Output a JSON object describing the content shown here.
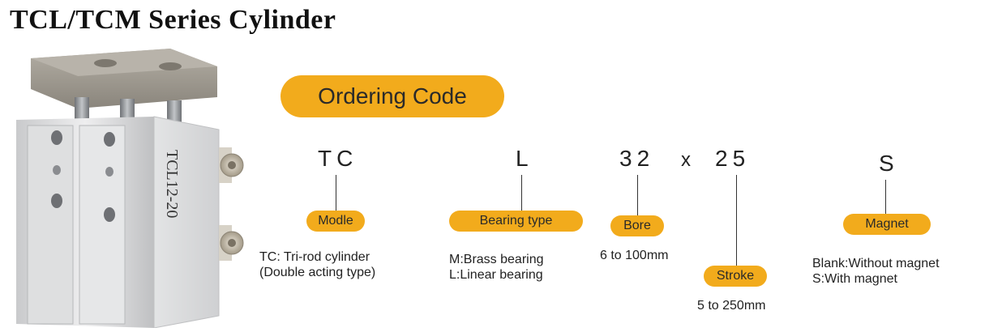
{
  "title": "TCL/TCM Series Cylinder",
  "product_photo": {
    "label": "TCL12-20",
    "colors": {
      "body": "#d9dadb",
      "plate": "#9a958c",
      "rod": "#8c8f93",
      "screw": "#c8c0b0"
    }
  },
  "ordering_code": {
    "title": "Ordering Code",
    "accent_color": "#f2ab1c",
    "parts": {
      "model": {
        "code": "TC",
        "label": "Modle",
        "desc": [
          "TC: Tri-rod cylinder",
          "(Double acting type)"
        ]
      },
      "bearing": {
        "code": "L",
        "label": "Bearing type",
        "desc": [
          "M:Brass bearing",
          "L:Linear bearing"
        ]
      },
      "bore": {
        "code": "32",
        "label": "Bore",
        "desc": [
          "6 to 100mm"
        ]
      },
      "separator": "x",
      "stroke": {
        "code": "25",
        "label": "Stroke",
        "desc": [
          "5 to 250mm"
        ]
      },
      "magnet": {
        "code": "S",
        "label": "Magnet",
        "desc": [
          "Blank:Without magnet",
          "S:With magnet"
        ]
      }
    }
  }
}
